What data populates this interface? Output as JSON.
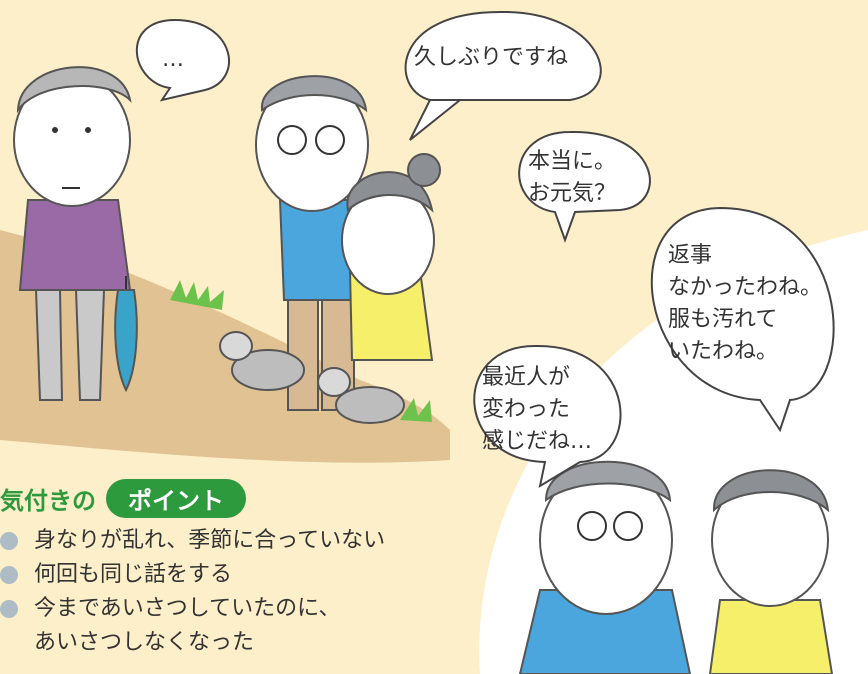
{
  "bubbles": {
    "silence": "…",
    "long_time": "久しぶりですね",
    "really": [
      "本当に。",
      "お元気？"
    ],
    "no_reply": [
      "返事",
      "なかったわね。",
      "服も汚れて",
      "いたわね。"
    ],
    "changed": [
      "最近人が",
      "変わった",
      "感じだね…"
    ]
  },
  "points": {
    "heading_prefix": "気付きの",
    "heading_badge": "ポイント",
    "items": [
      "身なりが乱れ、季節に合っていない",
      "何回も同じ話をする",
      "今まであいさつしていたのに、",
      "あいさつしなくなった"
    ]
  },
  "colors": {
    "background": "#fdefc9",
    "accent_green": "#2e9a3e",
    "bullet_gray": "#aebcc6"
  }
}
